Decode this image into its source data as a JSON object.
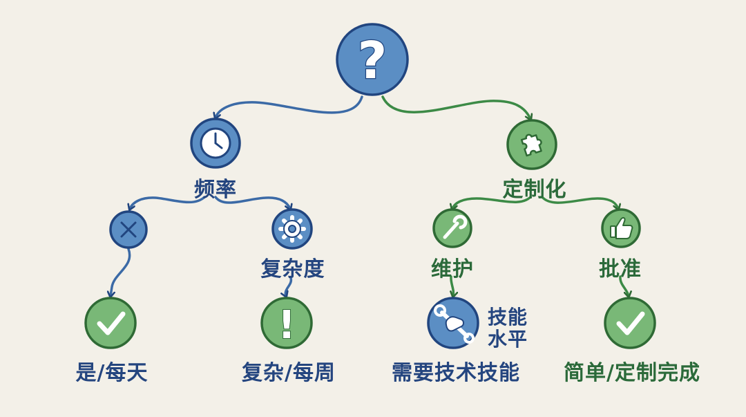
{
  "colors": {
    "background": "#f3f0e8",
    "blue_fill": "#5b8ec4",
    "blue_stroke": "#21457f",
    "green_fill": "#79b877",
    "green_stroke": "#2f6a35",
    "blue_text": "#24457f",
    "green_text": "#2b6a3a"
  },
  "nodes": {
    "root": {
      "icon": "question-mark-icon",
      "symbol": "?"
    },
    "frequency": {
      "icon": "clock-icon",
      "label": "频率"
    },
    "customization": {
      "icon": "puzzle-piece-icon",
      "label": "定制化"
    },
    "no": {
      "icon": "x-mark-icon"
    },
    "complexity": {
      "icon": "gear-icon",
      "label": "复杂度"
    },
    "maintenance": {
      "icon": "wrench-icon",
      "label": "维护"
    },
    "approval": {
      "icon": "thumbs-up-icon",
      "label": "批准"
    },
    "yes_daily": {
      "icon": "checkmark-icon",
      "label": "是/每天"
    },
    "complex_weekly": {
      "icon": "exclamation-icon",
      "symbol": "!",
      "label": "复杂/每周"
    },
    "tech_skill": {
      "icon": "hand-wrench-icon",
      "label": "需要技术技能",
      "side_label_1": "技能",
      "side_label_2": "水平"
    },
    "simple_done": {
      "icon": "checkmark-icon",
      "label": "简单/定制完成"
    }
  }
}
